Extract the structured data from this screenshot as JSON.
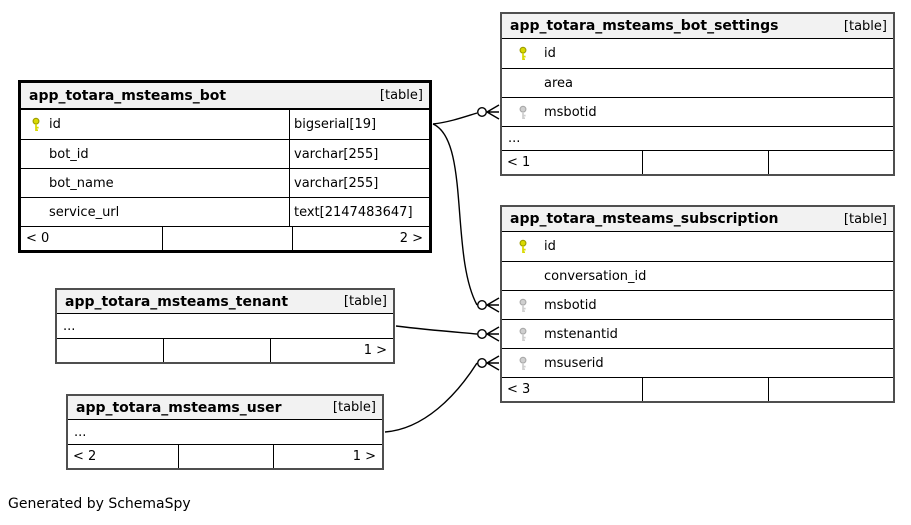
{
  "generator": {
    "label": "Generated by SchemaSpy"
  },
  "colors": {
    "header_bg": "#f2f2f2",
    "main_border": "#000000",
    "secondary_border": "#4f4f4f",
    "primary_key_icon": "#d9d900",
    "foreign_key_icon": "#cfcfcf",
    "relationship_line": "#000000"
  },
  "tables": [
    {
      "name": "app_totara_msteams_bot",
      "badge": "[table]",
      "columns": [
        {
          "name": "id",
          "type": "bigserial[19]",
          "key": "primary"
        },
        {
          "name": "bot_id",
          "type": "varchar[255]",
          "key": "none"
        },
        {
          "name": "bot_name",
          "type": "varchar[255]",
          "key": "none"
        },
        {
          "name": "service_url",
          "type": "text[2147483647]",
          "key": "none"
        }
      ],
      "footer": {
        "left": "< 0",
        "center": "",
        "right": "2 >"
      }
    },
    {
      "name": "app_totara_msteams_bot_settings",
      "badge": "[table]",
      "columns": [
        {
          "name": "id",
          "key": "primary"
        },
        {
          "name": "area",
          "key": "none"
        },
        {
          "name": "msbotid",
          "key": "foreign"
        }
      ],
      "ellipsis": "...",
      "footer": {
        "left": "< 1",
        "center": "",
        "right": ""
      }
    },
    {
      "name": "app_totara_msteams_subscription",
      "badge": "[table]",
      "columns": [
        {
          "name": "id",
          "key": "primary"
        },
        {
          "name": "conversation_id",
          "key": "none"
        },
        {
          "name": "msbotid",
          "key": "foreign"
        },
        {
          "name": "mstenantid",
          "key": "foreign"
        },
        {
          "name": "msuserid",
          "key": "foreign"
        }
      ],
      "footer": {
        "left": "< 3",
        "center": "",
        "right": ""
      }
    },
    {
      "name": "app_totara_msteams_tenant",
      "badge": "[table]",
      "ellipsis": "...",
      "footer": {
        "left": "",
        "center": "",
        "right": "1 >"
      }
    },
    {
      "name": "app_totara_msteams_user",
      "badge": "[table]",
      "ellipsis": "...",
      "footer": {
        "left": "< 2",
        "center": "",
        "right": "1 >"
      }
    }
  ],
  "relationships": [
    {
      "from": "app_totara_msteams_bot.id",
      "to": "app_totara_msteams_bot_settings.msbotid"
    },
    {
      "from": "app_totara_msteams_bot.id",
      "to": "app_totara_msteams_subscription.msbotid"
    },
    {
      "from": "app_totara_msteams_tenant",
      "to": "app_totara_msteams_subscription.mstenantid"
    },
    {
      "from": "app_totara_msteams_user",
      "to": "app_totara_msteams_subscription.msuserid"
    }
  ]
}
